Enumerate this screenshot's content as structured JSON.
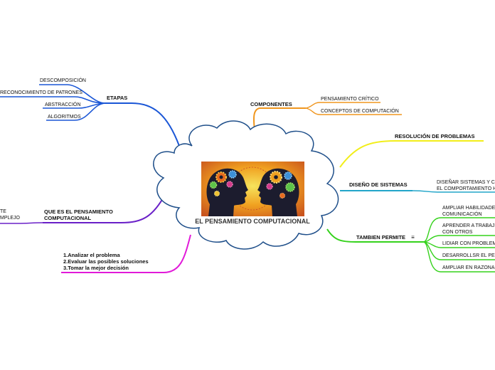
{
  "center": {
    "title": "EL PENSAMIENTO COMPUTACIONAL"
  },
  "etapas": {
    "label": "ETAPAS",
    "items": [
      "DESCOMPOSICIÓN",
      "RECONOCIMIENTO DE PATRONES",
      "ABSTRACCIÓN",
      "ALGORITMOS"
    ]
  },
  "componentes": {
    "label": "COMPONENTES",
    "items": [
      "PENSAMIENTO CRÍTICO",
      "CONCEPTOS DE COMPUTACIÓN"
    ]
  },
  "resolucion": {
    "label": "RESOLUCIÓN DE PROBLEMAS"
  },
  "diseno": {
    "label": "DISEÑO DE SISTEMAS",
    "detail_line1": "DISEÑAR SISTEMAS Y C",
    "detail_line2": "EL COMPORTAMIENTO H"
  },
  "tambien": {
    "label": "TAMBIEN PERMITE",
    "menu_glyph": "≡",
    "items": [
      {
        "line1": "AMPLIAR HABILIDADE",
        "line2": "COMUNICACIÓN"
      },
      {
        "line1": "APRENDER A TRABAJ",
        "line2": "CON OTROS"
      },
      {
        "line1": "LIDIAR CON PROBLEM",
        "line2": ""
      },
      {
        "line1": "DESARROLLSR EL PE",
        "line2": ""
      },
      {
        "line1": "AMPLIAR EN RAZONA",
        "line2": ""
      }
    ]
  },
  "que_es": {
    "label_line1": "QUE ES EL PENSAMIENTO",
    "label_line2": "COMPUTACIONAL",
    "detail_line1": "TE",
    "detail_line2": "MPLEJO"
  },
  "pasos": {
    "line1": "1.Analizar el problema",
    "line2": "2.Evaluar las posibles soluciones",
    "line3": "3.Tomar la mejor decisión"
  },
  "colors": {
    "etapas": "#1a56d6",
    "componentes": "#f0961e",
    "resolucion": "#f2ee1a",
    "diseno": "#22a5c9",
    "tambien": "#35d21c",
    "que_es": "#6a20c8",
    "pasos": "#e11ad9",
    "cloud_stroke": "#1f4f8a"
  }
}
